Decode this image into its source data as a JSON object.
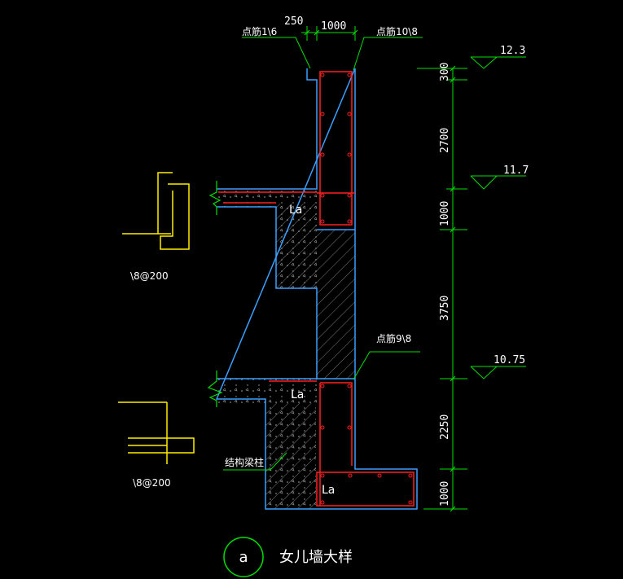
{
  "colors": {
    "background": "#000000",
    "outline": "#3aa0ff",
    "rebar": "#ff2020",
    "dimension": "#00e000",
    "leader": "#ffee00",
    "text": "#ffffff",
    "hatch": "#7a7a7a"
  },
  "top_dims": {
    "left": "250",
    "right": "1000"
  },
  "rebar_labels": {
    "top_left": "点筋1\\6",
    "top_right": "点筋10\\8",
    "mid": "点筋9\\8"
  },
  "elevations": {
    "e1": "12.3",
    "e2": "11.7",
    "e3": "10.75"
  },
  "vertical_dims": {
    "d1": "300",
    "d2": "2700",
    "d3": "1000",
    "d4": "3750",
    "d5": "2250",
    "d6": "1000"
  },
  "la_labels": {
    "upper": "La",
    "middle": "La",
    "lower": "La"
  },
  "stirrup_labels": {
    "upper": "\\8@200",
    "lower": "\\8@200"
  },
  "beam_label": "结构梁柱",
  "title": {
    "symbol": "a",
    "text": "女儿墙大样"
  }
}
